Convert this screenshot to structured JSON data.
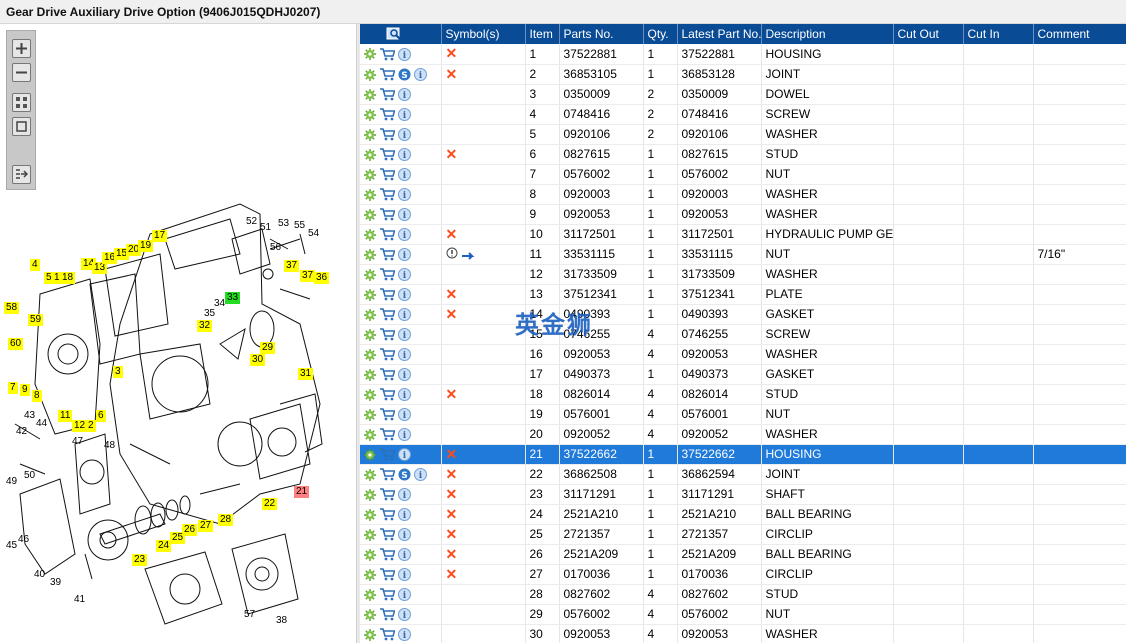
{
  "window": {
    "title": "Gear Drive Auxiliary Drive Option (9406J015QDHJ0207)"
  },
  "toolbar": {
    "zoom_in": "zoom-in-icon",
    "zoom_out": "zoom-out-icon",
    "fit": "fit-window-icon",
    "actual": "actual-size-icon",
    "export": "export-icon"
  },
  "diagram": {
    "callouts": [
      {
        "n": "4",
        "hl": "yellow"
      },
      {
        "n": "5",
        "hl": "yellow"
      },
      {
        "n": "1",
        "hl": "yellow"
      },
      {
        "n": "18",
        "hl": "yellow"
      },
      {
        "n": "14",
        "hl": "yellow"
      },
      {
        "n": "13",
        "hl": "yellow"
      },
      {
        "n": "16",
        "hl": "yellow"
      },
      {
        "n": "15",
        "hl": "yellow"
      },
      {
        "n": "20",
        "hl": "yellow"
      },
      {
        "n": "19",
        "hl": "yellow"
      },
      {
        "n": "17",
        "hl": "yellow"
      },
      {
        "n": "52",
        "hl": "none"
      },
      {
        "n": "51",
        "hl": "none"
      },
      {
        "n": "53",
        "hl": "none"
      },
      {
        "n": "55",
        "hl": "none"
      },
      {
        "n": "54",
        "hl": "none"
      },
      {
        "n": "56",
        "hl": "none"
      },
      {
        "n": "37",
        "hl": "yellow"
      },
      {
        "n": "37",
        "hl": "yellow"
      },
      {
        "n": "36",
        "hl": "yellow"
      },
      {
        "n": "58",
        "hl": "yellow"
      },
      {
        "n": "59",
        "hl": "yellow"
      },
      {
        "n": "60",
        "hl": "yellow"
      },
      {
        "n": "33",
        "hl": "green"
      },
      {
        "n": "34",
        "hl": "none"
      },
      {
        "n": "35",
        "hl": "none"
      },
      {
        "n": "32",
        "hl": "yellow"
      },
      {
        "n": "29",
        "hl": "yellow"
      },
      {
        "n": "30",
        "hl": "yellow"
      },
      {
        "n": "3",
        "hl": "yellow"
      },
      {
        "n": "7",
        "hl": "yellow"
      },
      {
        "n": "9",
        "hl": "yellow"
      },
      {
        "n": "8",
        "hl": "yellow"
      },
      {
        "n": "31",
        "hl": "yellow"
      },
      {
        "n": "11",
        "hl": "yellow"
      },
      {
        "n": "12",
        "hl": "yellow"
      },
      {
        "n": "2",
        "hl": "yellow"
      },
      {
        "n": "6",
        "hl": "yellow"
      },
      {
        "n": "43",
        "hl": "none"
      },
      {
        "n": "44",
        "hl": "none"
      },
      {
        "n": "42",
        "hl": "none"
      },
      {
        "n": "47",
        "hl": "none"
      },
      {
        "n": "48",
        "hl": "none"
      },
      {
        "n": "50",
        "hl": "none"
      },
      {
        "n": "49",
        "hl": "none"
      },
      {
        "n": "21",
        "hl": "red"
      },
      {
        "n": "22",
        "hl": "yellow"
      },
      {
        "n": "45",
        "hl": "none"
      },
      {
        "n": "46",
        "hl": "none"
      },
      {
        "n": "28",
        "hl": "yellow"
      },
      {
        "n": "27",
        "hl": "yellow"
      },
      {
        "n": "26",
        "hl": "yellow"
      },
      {
        "n": "25",
        "hl": "yellow"
      },
      {
        "n": "24",
        "hl": "yellow"
      },
      {
        "n": "23",
        "hl": "yellow"
      },
      {
        "n": "40",
        "hl": "none"
      },
      {
        "n": "39",
        "hl": "none"
      },
      {
        "n": "41",
        "hl": "none"
      },
      {
        "n": "57",
        "hl": "none"
      },
      {
        "n": "38",
        "hl": "none"
      }
    ]
  },
  "grid": {
    "headers": [
      "",
      "Symbol(s)",
      "Item",
      "Parts No.",
      "Qty.",
      "Latest Part No.",
      "Description",
      "Cut Out",
      "Cut In",
      "Comment"
    ],
    "selected_item": "21",
    "rows": [
      {
        "item": "1",
        "part": "37522881",
        "qty": "1",
        "latest": "37522881",
        "desc": "HOUSING",
        "cut_out": "",
        "cut_in": "",
        "comment": "",
        "s": false,
        "x": true
      },
      {
        "item": "2",
        "part": "36853105",
        "qty": "1",
        "latest": "36853128",
        "desc": "JOINT",
        "cut_out": "",
        "cut_in": "",
        "comment": "",
        "s": true,
        "x": true
      },
      {
        "item": "3",
        "part": "0350009",
        "qty": "2",
        "latest": "0350009",
        "desc": "DOWEL",
        "cut_out": "",
        "cut_in": "",
        "comment": "",
        "s": false,
        "x": false
      },
      {
        "item": "4",
        "part": "0748416",
        "qty": "2",
        "latest": "0748416",
        "desc": "SCREW",
        "cut_out": "",
        "cut_in": "",
        "comment": "",
        "s": false,
        "x": false
      },
      {
        "item": "5",
        "part": "0920106",
        "qty": "2",
        "latest": "0920106",
        "desc": "WASHER",
        "cut_out": "",
        "cut_in": "",
        "comment": "",
        "s": false,
        "x": false
      },
      {
        "item": "6",
        "part": "0827615",
        "qty": "1",
        "latest": "0827615",
        "desc": "STUD",
        "cut_out": "",
        "cut_in": "",
        "comment": "",
        "s": false,
        "x": true
      },
      {
        "item": "7",
        "part": "0576002",
        "qty": "1",
        "latest": "0576002",
        "desc": "NUT",
        "cut_out": "",
        "cut_in": "",
        "comment": "",
        "s": false,
        "x": false
      },
      {
        "item": "8",
        "part": "0920003",
        "qty": "1",
        "latest": "0920003",
        "desc": "WASHER",
        "cut_out": "",
        "cut_in": "",
        "comment": "",
        "s": false,
        "x": false
      },
      {
        "item": "9",
        "part": "0920053",
        "qty": "1",
        "latest": "0920053",
        "desc": "WASHER",
        "cut_out": "",
        "cut_in": "",
        "comment": "",
        "s": false,
        "x": false
      },
      {
        "item": "10",
        "part": "31172501",
        "qty": "1",
        "latest": "31172501",
        "desc": "HYDRAULIC PUMP GEAR",
        "cut_out": "",
        "cut_in": "",
        "comment": "",
        "s": false,
        "x": true
      },
      {
        "item": "11",
        "part": "33531115",
        "qty": "1",
        "latest": "33531115",
        "desc": "NUT",
        "cut_out": "",
        "cut_in": "",
        "comment": "7/16\"",
        "s": false,
        "x": false,
        "special": true
      },
      {
        "item": "12",
        "part": "31733509",
        "qty": "1",
        "latest": "31733509",
        "desc": "WASHER",
        "cut_out": "",
        "cut_in": "",
        "comment": "",
        "s": false,
        "x": false
      },
      {
        "item": "13",
        "part": "37512341",
        "qty": "1",
        "latest": "37512341",
        "desc": "PLATE",
        "cut_out": "",
        "cut_in": "",
        "comment": "",
        "s": false,
        "x": true
      },
      {
        "item": "14",
        "part": "0490393",
        "qty": "1",
        "latest": "0490393",
        "desc": "GASKET",
        "cut_out": "",
        "cut_in": "",
        "comment": "",
        "s": false,
        "x": true
      },
      {
        "item": "15",
        "part": "0746255",
        "qty": "4",
        "latest": "0746255",
        "desc": "SCREW",
        "cut_out": "",
        "cut_in": "",
        "comment": "",
        "s": false,
        "x": false
      },
      {
        "item": "16",
        "part": "0920053",
        "qty": "4",
        "latest": "0920053",
        "desc": "WASHER",
        "cut_out": "",
        "cut_in": "",
        "comment": "",
        "s": false,
        "x": false
      },
      {
        "item": "17",
        "part": "0490373",
        "qty": "1",
        "latest": "0490373",
        "desc": "GASKET",
        "cut_out": "",
        "cut_in": "",
        "comment": "",
        "s": false,
        "x": false
      },
      {
        "item": "18",
        "part": "0826014",
        "qty": "4",
        "latest": "0826014",
        "desc": "STUD",
        "cut_out": "",
        "cut_in": "",
        "comment": "",
        "s": false,
        "x": true
      },
      {
        "item": "19",
        "part": "0576001",
        "qty": "4",
        "latest": "0576001",
        "desc": "NUT",
        "cut_out": "",
        "cut_in": "",
        "comment": "",
        "s": false,
        "x": false
      },
      {
        "item": "20",
        "part": "0920052",
        "qty": "4",
        "latest": "0920052",
        "desc": "WASHER",
        "cut_out": "",
        "cut_in": "",
        "comment": "",
        "s": false,
        "x": false
      },
      {
        "item": "21",
        "part": "37522662",
        "qty": "1",
        "latest": "37522662",
        "desc": "HOUSING",
        "cut_out": "",
        "cut_in": "",
        "comment": "",
        "s": false,
        "x": true
      },
      {
        "item": "22",
        "part": "36862508",
        "qty": "1",
        "latest": "36862594",
        "desc": "JOINT",
        "cut_out": "",
        "cut_in": "",
        "comment": "",
        "s": true,
        "x": true
      },
      {
        "item": "23",
        "part": "31171291",
        "qty": "1",
        "latest": "31171291",
        "desc": "SHAFT",
        "cut_out": "",
        "cut_in": "",
        "comment": "",
        "s": false,
        "x": true
      },
      {
        "item": "24",
        "part": "2521A210",
        "qty": "1",
        "latest": "2521A210",
        "desc": "BALL BEARING",
        "cut_out": "",
        "cut_in": "",
        "comment": "",
        "s": false,
        "x": true
      },
      {
        "item": "25",
        "part": "2721357",
        "qty": "1",
        "latest": "2721357",
        "desc": "CIRCLIP",
        "cut_out": "",
        "cut_in": "",
        "comment": "",
        "s": false,
        "x": true
      },
      {
        "item": "26",
        "part": "2521A209",
        "qty": "1",
        "latest": "2521A209",
        "desc": "BALL BEARING",
        "cut_out": "",
        "cut_in": "",
        "comment": "",
        "s": false,
        "x": true
      },
      {
        "item": "27",
        "part": "0170036",
        "qty": "1",
        "latest": "0170036",
        "desc": "CIRCLIP",
        "cut_out": "",
        "cut_in": "",
        "comment": "",
        "s": false,
        "x": true
      },
      {
        "item": "28",
        "part": "0827602",
        "qty": "4",
        "latest": "0827602",
        "desc": "STUD",
        "cut_out": "",
        "cut_in": "",
        "comment": "",
        "s": false,
        "x": false
      },
      {
        "item": "29",
        "part": "0576002",
        "qty": "4",
        "latest": "0576002",
        "desc": "NUT",
        "cut_out": "",
        "cut_in": "",
        "comment": "",
        "s": false,
        "x": false
      },
      {
        "item": "30",
        "part": "0920053",
        "qty": "4",
        "latest": "0920053",
        "desc": "WASHER",
        "cut_out": "",
        "cut_in": "",
        "comment": "",
        "s": false,
        "x": false
      }
    ]
  },
  "watermark": "英金狮",
  "colors": {
    "header_bg": "#0a4b96",
    "selected_bg": "#1f7ad9",
    "x_mark": "#ff4a1a",
    "callout_yellow": "#ffff00",
    "callout_green": "#22dd22",
    "callout_red": "#ff8080"
  }
}
